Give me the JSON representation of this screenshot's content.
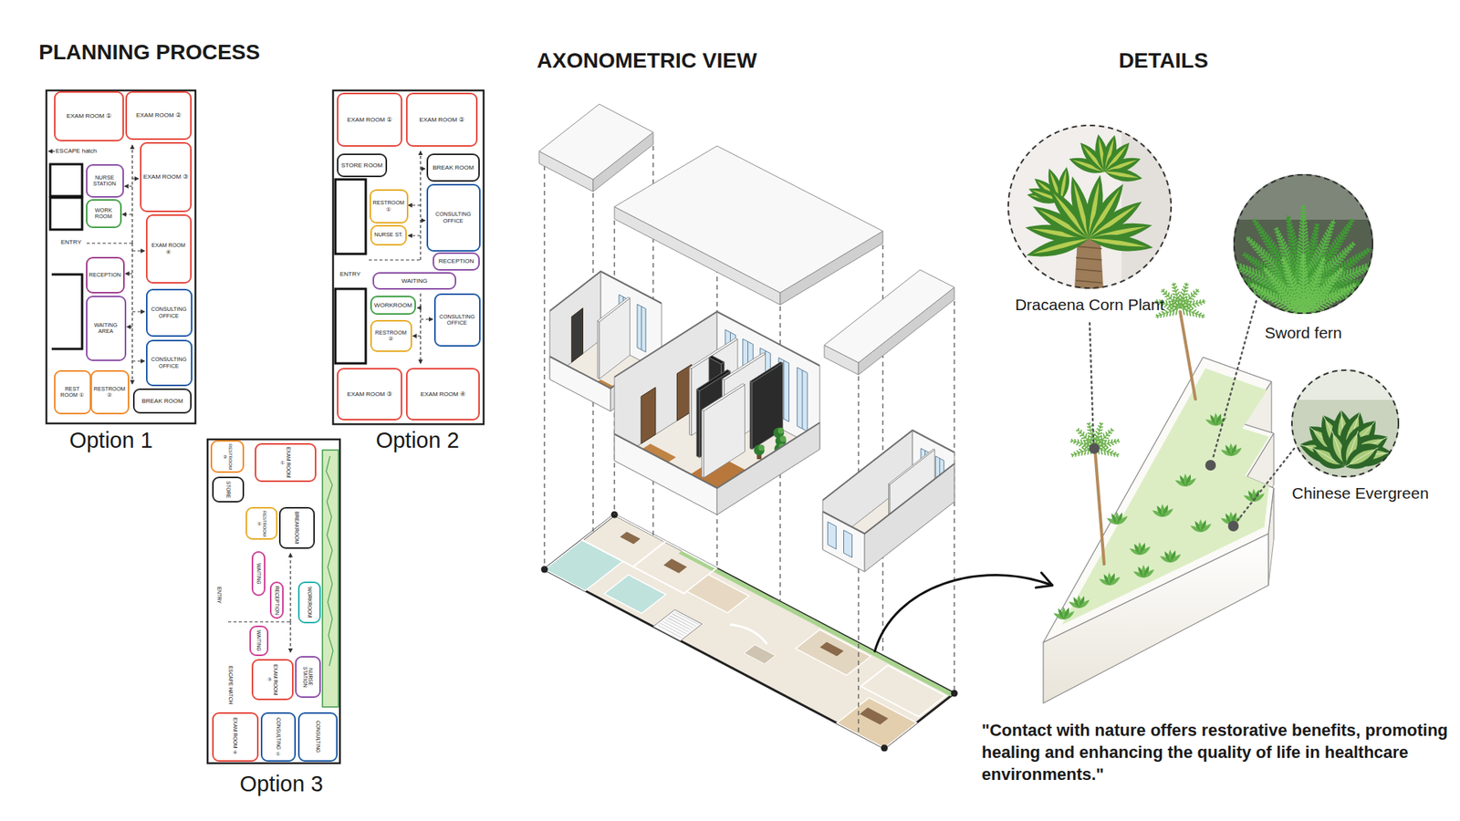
{
  "diagram": {
    "nodes": [
      {
        "text": [
          "EXAM ROOM ①"
        ]
      },
      {
        "text": [
          "EXAM ROOM ②"
        ]
      },
      {
        "text": [
          "NURSE STATION"
        ]
      },
      {
        "text": [
          "EXAM ROOM ③"
        ]
      },
      {
        "text": [
          "WORK ROOM"
        ]
      },
      {
        "text": [
          "EXAM ROOM ④"
        ]
      },
      {
        "text": [
          "RECEPTION"
        ]
      },
      {
        "text": [
          "WAITING AREA"
        ]
      },
      {
        "text": [
          "CONSULTING OFFICE"
        ]
      },
      {
        "text": [
          "CONSULTING OFFICE"
        ]
      },
      {
        "text": [
          "REST ROOM ①"
        ]
      },
      {
        "text": [
          "RESTROOM ②"
        ]
      },
      {
        "text": [
          "BREAK ROOM"
        ]
      },
      {
        "text": [
          "EXAM ROOM ①"
        ]
      },
      {
        "text": [
          "EXAM ROOM ②"
        ]
      },
      {
        "text": [
          "STORE ROOM"
        ]
      },
      {
        "text": [
          "BREAK ROOM"
        ]
      },
      {
        "text": [
          "RESTROOM ①"
        ]
      },
      {
        "text": [
          "CONSULTING OFFICE"
        ]
      },
      {
        "text": [
          "NURSE ST."
        ]
      },
      {
        "text": [
          "RECEPTION"
        ]
      },
      {
        "text": [
          "WAITING"
        ]
      },
      {
        "text": [
          "WORKROOM"
        ]
      },
      {
        "text": [
          "CONSULTING OFFICE"
        ]
      },
      {
        "text": [
          "RESTROOM ②"
        ]
      },
      {
        "text": [
          "EXAM ROOM ③"
        ]
      },
      {
        "text": [
          "EXAM ROOM ④"
        ]
      },
      {
        "text": [
          "RESTROOM ②"
        ]
      },
      {
        "text": [
          "EXAM ROOM ①"
        ]
      },
      {
        "text": [
          "STORE"
        ]
      },
      {
        "text": [
          "RESTROOM ①"
        ]
      },
      {
        "text": [
          "BREAKROOM"
        ]
      },
      {
        "text": [
          "WAITING"
        ]
      },
      {
        "text": [
          "RECEPTION"
        ]
      },
      {
        "text": [
          "WORKROOM"
        ]
      },
      {
        "text": [
          "WAITING"
        ]
      },
      {
        "text": [
          "EXAM ROOM ③"
        ]
      },
      {
        "text": [
          "NURSE STATION"
        ]
      },
      {
        "text": [
          "EXAM ROOM ④"
        ]
      },
      {
        "text": [
          "CONSULTING ①"
        ]
      },
      {
        "text": [
          "CONSULTING"
        ]
      },
      {
        "text": [
          "Dracaena Corn Plant"
        ]
      },
      {
        "text": [
          "Sword fern"
        ]
      },
      {
        "text": [
          "Chinese Evergreen"
        ]
      }
    ],
    "labels": [
      "PLANNING PROCESS",
      "ESCAPE hatch",
      "ENTRY",
      "Option 1",
      "ENTRY",
      "Option 2",
      "ENTRY",
      "ESCAPE HATCH",
      "Option 3",
      "AXONOMETRIC VIEW",
      "DETAILS",
      "\"Contact with nature offers restorative benefits, promoting healing and enhancing the quality of life in healthcare environments.\""
    ]
  }
}
